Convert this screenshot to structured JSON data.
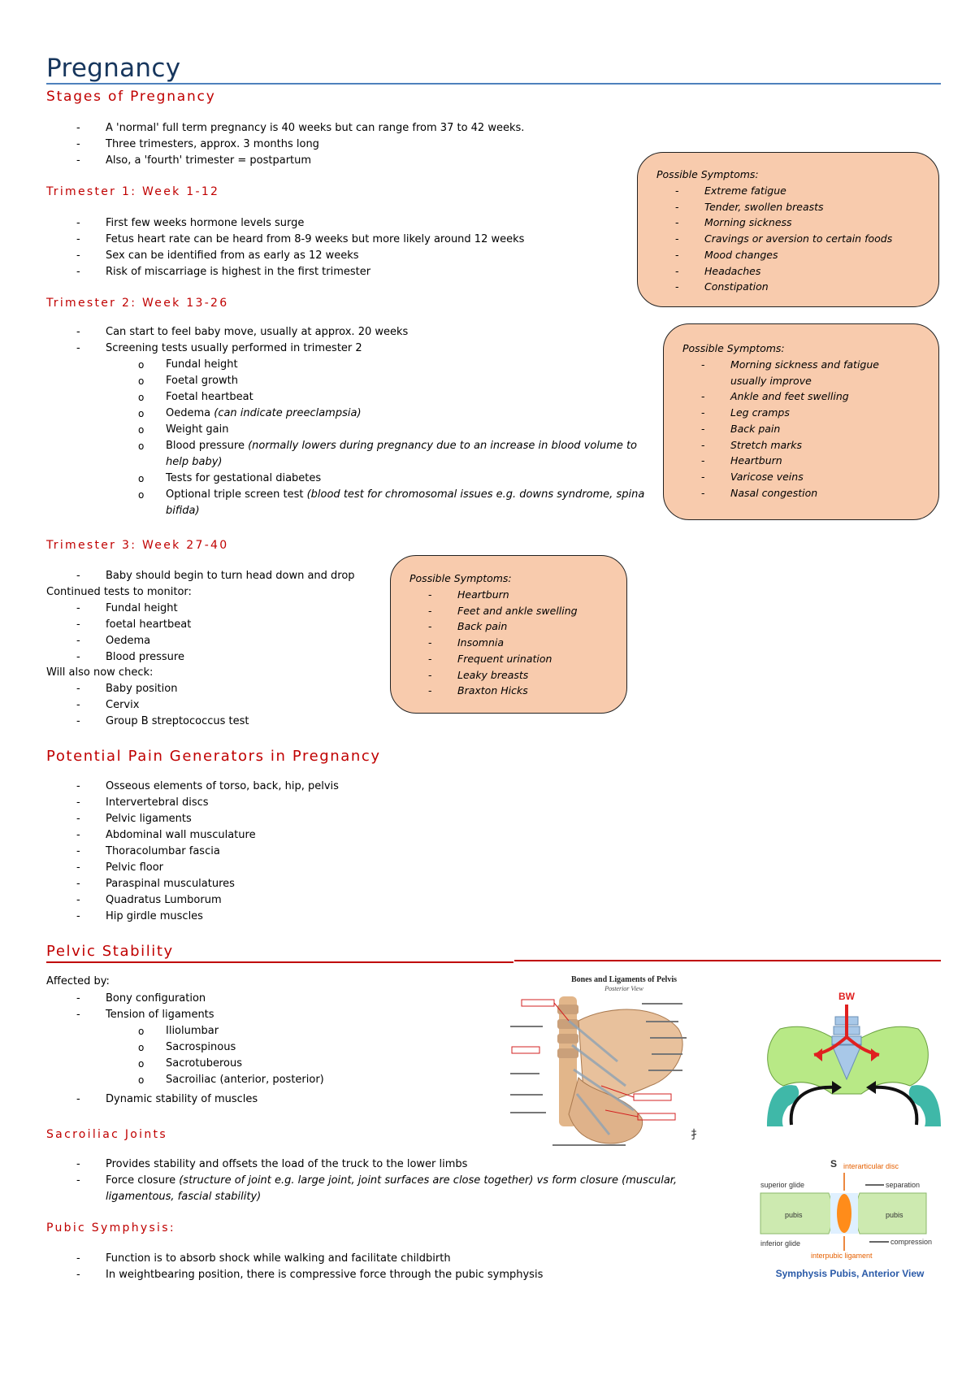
{
  "title": "Pregnancy",
  "stages": {
    "heading": "Stages of Pregnancy",
    "items": [
      "A 'normal' full term pregnancy is 40 weeks but can range from 37 to 42 weeks.",
      "Three trimesters, approx. 3 months long",
      "Also, a 'fourth' trimester = postpartum"
    ]
  },
  "t1": {
    "heading": "Trimester 1: Week 1-12",
    "items": [
      "First few weeks hormone levels surge",
      "Fetus heart rate can be heard from 8-9 weeks but more likely around 12 weeks",
      "Sex can be identified from as early as 12 weeks",
      "Risk of miscarriage is highest in the first trimester"
    ],
    "box_title": "Possible Symptoms:",
    "symptoms": [
      "Extreme fatigue",
      "Tender, swollen breasts",
      "Morning sickness",
      "Cravings or aversion to certain foods",
      "Mood changes",
      "Headaches",
      "Constipation"
    ]
  },
  "t2": {
    "heading": "Trimester 2: Week 13-26",
    "items": [
      "Can start to feel baby move, usually at approx. 20 weeks",
      "Screening tests usually performed in trimester 2"
    ],
    "sub": [
      {
        "text": "Fundal height",
        "note": ""
      },
      {
        "text": "Foetal growth",
        "note": ""
      },
      {
        "text": "Foetal heartbeat",
        "note": ""
      },
      {
        "text": "Oedema ",
        "note": "(can indicate preeclampsia)"
      },
      {
        "text": "Weight gain",
        "note": ""
      },
      {
        "text": "Blood pressure ",
        "note": "(normally lowers during pregnancy due to an increase in blood volume to help baby)"
      },
      {
        "text": "Tests for gestational diabetes",
        "note": ""
      },
      {
        "text": "Optional triple screen test ",
        "note": "(blood test for chromosomal issues e.g. downs syndrome, spina bifida)"
      }
    ],
    "box_title": "Possible Symptoms:",
    "symptoms": [
      "Morning sickness and fatigue usually improve",
      "Ankle and feet swelling",
      "Leg cramps",
      "Back pain",
      "Stretch marks",
      "Heartburn",
      "Varicose veins",
      "Nasal congestion"
    ]
  },
  "t3": {
    "heading": "Trimester 3: Week 27-40",
    "item1": "Baby should begin to turn head down and drop",
    "cont_label": "Continued tests to monitor:",
    "cont": [
      "Fundal height",
      "foetal heartbeat",
      "Oedema",
      "Blood pressure"
    ],
    "check_label": "Will also now check:",
    "check": [
      "Baby position",
      "Cervix",
      "Group B streptococcus test"
    ],
    "box_title": "Possible Symptoms:",
    "symptoms": [
      "Heartburn",
      "Feet and ankle swelling",
      "Back pain",
      "Insomnia",
      "Frequent urination",
      "Leaky breasts",
      "Braxton Hicks"
    ]
  },
  "pain": {
    "heading": "Potential Pain Generators in Pregnancy",
    "items": [
      "Osseous elements of torso, back, hip, pelvis",
      "Intervertebral discs",
      "Pelvic ligaments",
      "Abdominal wall musculature",
      "Thoracolumbar fascia",
      "Pelvic floor",
      "Paraspinal musculatures",
      "Quadratus Lumborum",
      "Hip girdle muscles"
    ]
  },
  "pelvic": {
    "heading": "Pelvic Stability",
    "affected_label": "Affected by:",
    "items_a": [
      "Bony configuration",
      "Tension of ligaments"
    ],
    "sub": [
      "Iliolumbar",
      "Sacrospinous",
      "Sacrotuberous",
      "Sacroiliac (anterior, posterior)"
    ],
    "items_b": [
      "Dynamic stability of muscles"
    ]
  },
  "si": {
    "heading": "Sacroiliac Joints",
    "item1": "Provides stability and offsets the load of the truck to the lower limbs",
    "item2_a": "Force closure ",
    "item2_b": "(structure of joint e.g. large joint, joint surfaces are close together)",
    "item2_c": " vs form closure (muscular, ligamentous, fascial stability)"
  },
  "pubic": {
    "heading": "Pubic Symphysis:",
    "items": [
      "Function is to absorb shock while walking and facilitate childbirth",
      "In weightbearing position, there is compressive force through the pubic symphysis"
    ]
  },
  "fig_pelvis": {
    "title1": "Bones and Ligaments of Pelvis",
    "title2": "Posterior View"
  },
  "fig_bw": {
    "label": "BW"
  },
  "fig_symph": {
    "s": "S",
    "interarticular": "interarticular disc",
    "superior_glide": "superior glide",
    "separation": "separation",
    "pubis_left": "pubis",
    "pubis_right": "pubis",
    "inferior_glide": "inferior glide",
    "compression": "compression",
    "interpubic": "interpubic ligament",
    "caption": "Symphysis Pubis, Anterior View"
  },
  "colors": {
    "heading_red": "#c00000",
    "title_blue": "#17365d",
    "rule_blue": "#4f81bd",
    "box_fill": "#f8cbad"
  }
}
